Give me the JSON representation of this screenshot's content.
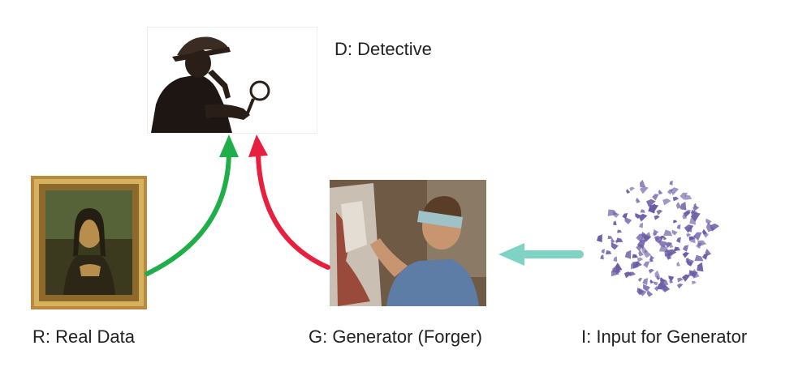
{
  "labels": {
    "detective": "D: Detective",
    "real_data": "R: Real Data",
    "generator": "G: Generator (Forger)",
    "input": "I: Input for Generator"
  },
  "colors": {
    "real_arrow": "#1fae4a",
    "fake_arrow": "#e8203f",
    "input_arrow": "#7fd3c4",
    "noise": "#6b5aa6"
  }
}
